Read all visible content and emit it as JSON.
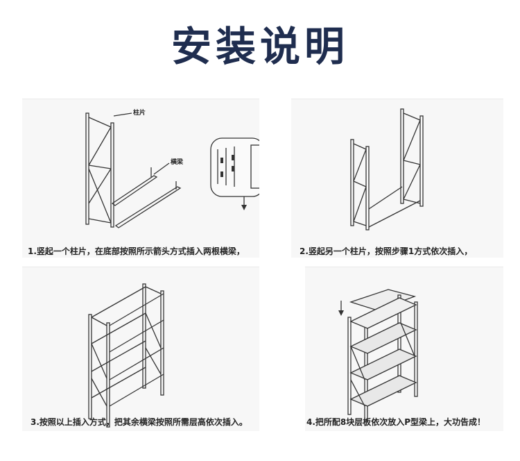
{
  "title": "安装说明",
  "steps": [
    {
      "caption": "1.竖起一个柱片，在底部按照所示箭头方式插入两根横梁，",
      "labels": {
        "post": "柱片",
        "beam": "横梁"
      }
    },
    {
      "caption": "2.竖起另一个柱片，按照步骤1方式依次插入，"
    },
    {
      "caption": "3.按照以上插入方式，把其余横梁按照所需层高依次插入。"
    },
    {
      "caption": "4.把所配8块层板依次放入P型梁上，大功告成！"
    }
  ]
}
